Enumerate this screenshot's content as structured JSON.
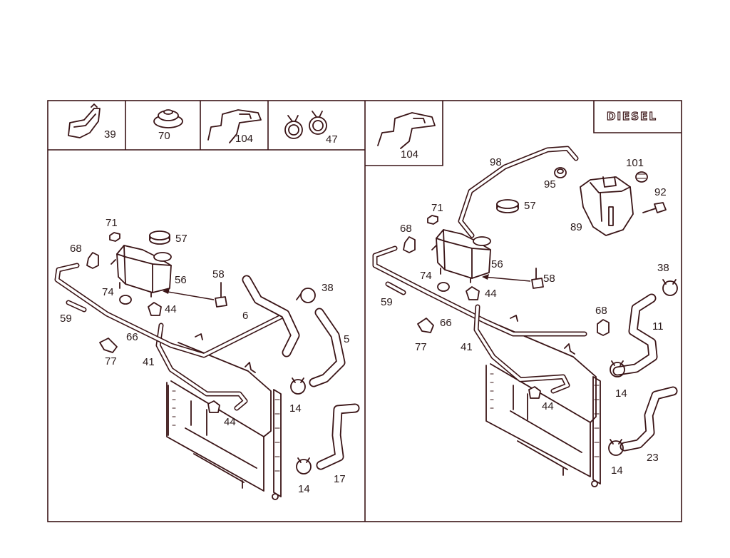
{
  "badge": {
    "label": "DIESEL"
  },
  "legend": {
    "left": [
      "39",
      "70",
      "104",
      "47"
    ],
    "right": [
      "104"
    ]
  },
  "callouts": {
    "left": [
      "71",
      "57",
      "68",
      "56",
      "58",
      "38",
      "74",
      "44",
      "6",
      "59",
      "5",
      "66",
      "77",
      "41",
      "14",
      "44",
      "14",
      "17"
    ],
    "right": [
      "98",
      "95",
      "101",
      "92",
      "71",
      "57",
      "89",
      "68",
      "56",
      "74",
      "58",
      "44",
      "38",
      "59",
      "68",
      "66",
      "11",
      "77",
      "41",
      "14",
      "44",
      "23",
      "14"
    ]
  }
}
